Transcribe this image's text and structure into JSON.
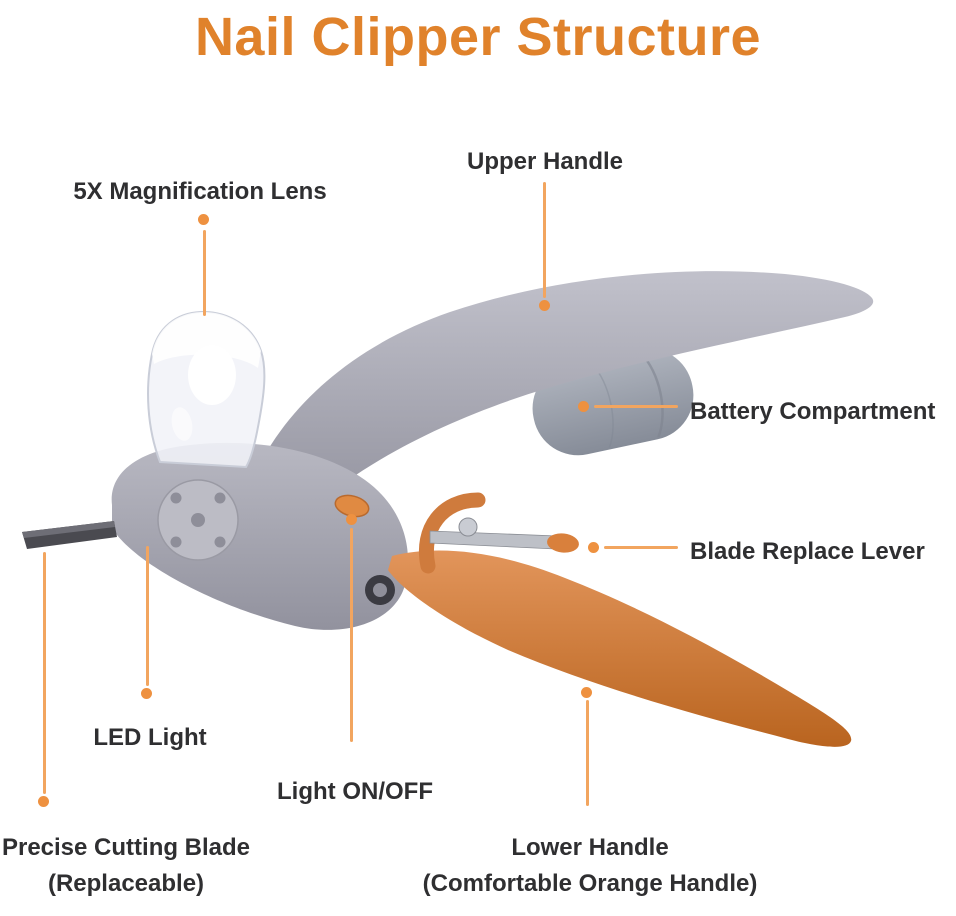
{
  "title": "Nail Clipper Structure",
  "colors": {
    "title": "#E0822B",
    "text": "#2F2F31",
    "line": "#F2A55F",
    "dot": "#EE9140",
    "handle_gray": "#A4A4AF",
    "handle_orange": "#CE7A3C"
  },
  "labels": {
    "magnification_lens": "5X Magnification Lens",
    "upper_handle": "Upper Handle",
    "battery_compartment": "Battery Compartment",
    "blade_replace_lever": "Blade Replace Lever",
    "led_light": "LED Light",
    "light_on_off": "Light ON/OFF",
    "cutting_blade_line1": "Precise Cutting Blade",
    "cutting_blade_line2": "(Replaceable)",
    "lower_handle_line1": "Lower Handle",
    "lower_handle_line2": "(Comfortable Orange Handle)"
  }
}
